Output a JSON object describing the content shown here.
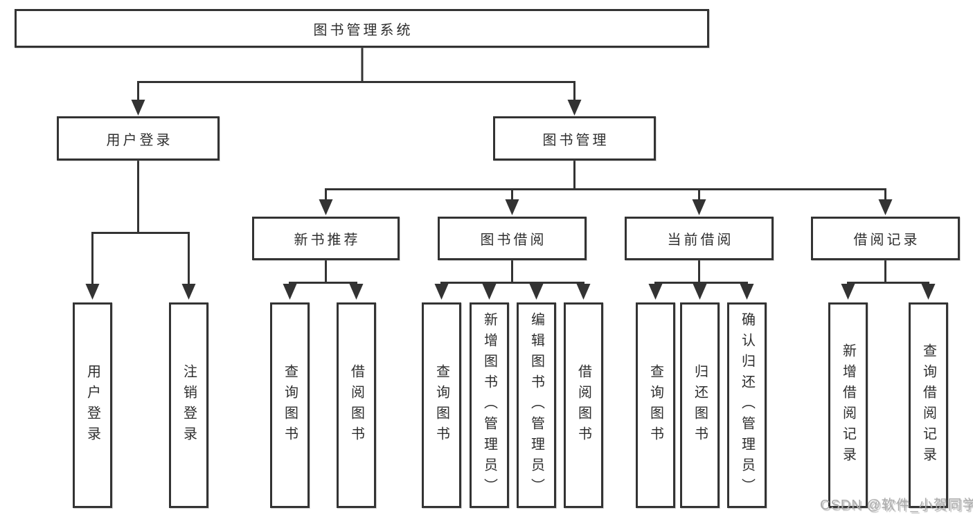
{
  "tree": {
    "label": "图书管理系统",
    "children": [
      {
        "label": "用户登录",
        "children": [
          {
            "label": "用户登录"
          },
          {
            "label": "注销登录"
          }
        ]
      },
      {
        "label": "图书管理",
        "children": [
          {
            "label": "新书推荐",
            "children": [
              {
                "label": "查询图书"
              },
              {
                "label": "借阅图书"
              }
            ]
          },
          {
            "label": "图书借阅",
            "children": [
              {
                "label": "查询图书"
              },
              {
                "label": "新增图书（管理员）"
              },
              {
                "label": "编辑图书（管理员）"
              },
              {
                "label": "借阅图书"
              }
            ]
          },
          {
            "label": "当前借阅",
            "children": [
              {
                "label": "查询图书"
              },
              {
                "label": "归还图书"
              },
              {
                "label": "确认归还（管理员）"
              }
            ]
          },
          {
            "label": "借阅记录",
            "children": [
              {
                "label": "新增借阅记录"
              },
              {
                "label": "查询借阅记录"
              }
            ]
          }
        ]
      }
    ]
  },
  "watermark": {
    "text": "CSDN @软件_小贺同学"
  },
  "colors": {
    "line": "#333333",
    "box_border": "#333333",
    "box_background": "#ffffff",
    "text": "#2e2e2e",
    "watermark": "#ababab"
  }
}
